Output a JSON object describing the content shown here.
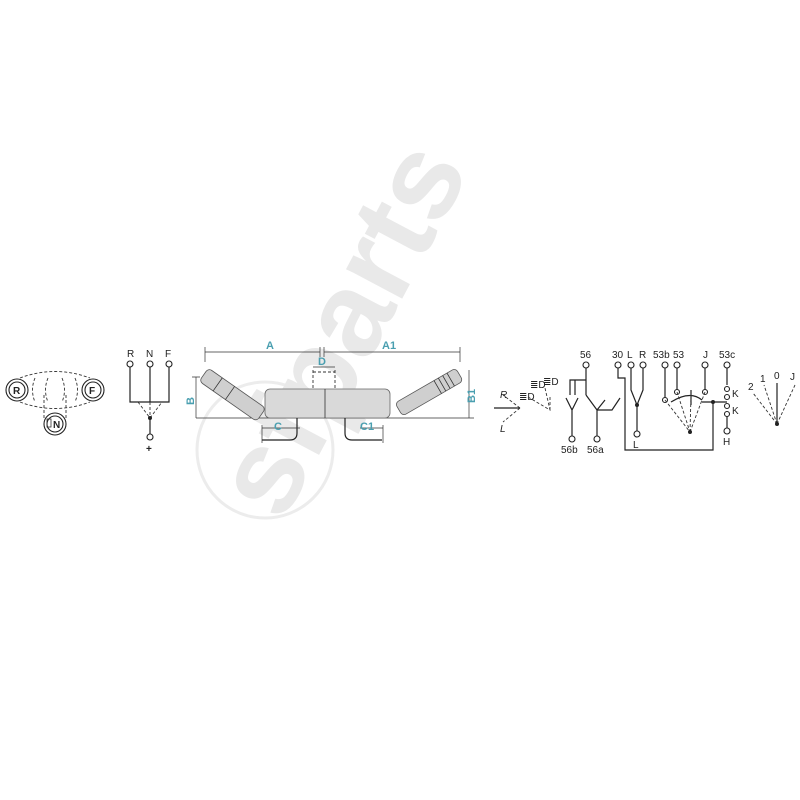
{
  "watermark": {
    "text": "sfparts",
    "color": "#e9e9e9"
  },
  "colors": {
    "line": "#222222",
    "dimension_label": "#4a9fb0",
    "body_fill": "#d9d9d9"
  },
  "positions_icon": {
    "left": "R",
    "right": "F",
    "bottom": "N"
  },
  "rnf_schematic": {
    "top_terminals": [
      "R",
      "N",
      "F"
    ],
    "bottom_terminal": "+"
  },
  "dimension_drawing": {
    "labels": {
      "a": "A",
      "a1": "A1",
      "b": "B",
      "b1": "B1",
      "c": "C",
      "c1": "C1",
      "d": "D"
    }
  },
  "indicator_arrows": {
    "up": "R",
    "down": "L"
  },
  "light_symbols": [
    "≣D",
    "≣D",
    "≣D"
  ],
  "wiring": {
    "top_terminals": [
      "56",
      "30",
      "L",
      "R",
      "53b",
      "53",
      "J",
      "53c"
    ],
    "bottom_terminals": [
      "56b",
      "56a",
      "L",
      "H"
    ],
    "k_labels": [
      "K",
      "K"
    ]
  },
  "wiper_positions": [
    "2",
    "1",
    "0",
    "J"
  ]
}
